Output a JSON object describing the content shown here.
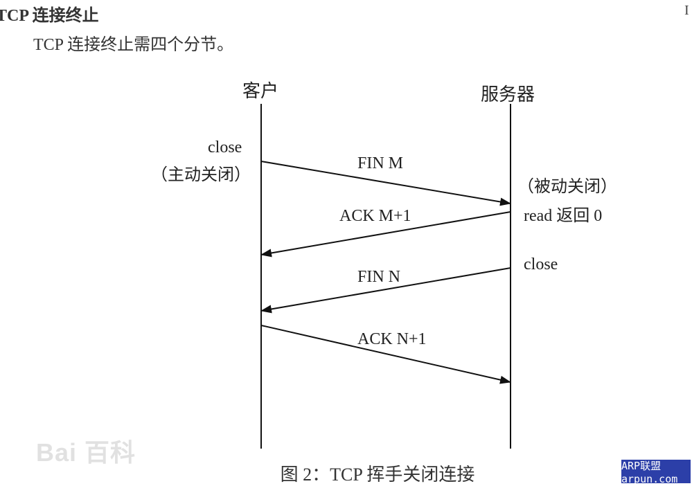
{
  "heading": "TCP 连接终止",
  "intro": "TCP 连接终止需四个分节。",
  "corner_mark": "I",
  "diagram": {
    "lanes": {
      "client": "客户",
      "server": "服务器"
    },
    "notes": {
      "client_close": "close",
      "client_active": "（主动关闭）",
      "server_passive": "（被动关闭）",
      "server_read": "read 返回 0",
      "server_close": "close"
    },
    "messages": [
      {
        "label": "FIN M",
        "from": "client",
        "to": "server"
      },
      {
        "label": "ACK M+1",
        "from": "server",
        "to": "client"
      },
      {
        "label": "FIN N",
        "from": "server",
        "to": "client"
      },
      {
        "label": "ACK N+1",
        "from": "client",
        "to": "server"
      }
    ]
  },
  "caption": "图 2：TCP 挥手关闭连接",
  "watermark": "Bai 百科",
  "badge": "ARP联盟 arpun.com"
}
